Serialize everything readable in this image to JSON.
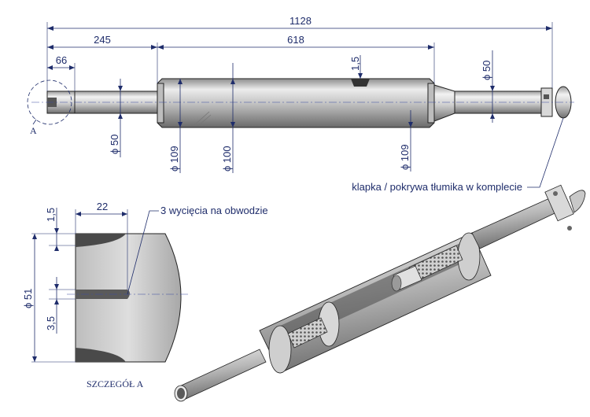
{
  "dimensions": {
    "overall_length": "1128",
    "pipe_left_length": "245",
    "body_length": "618",
    "pipe_end_length": "66",
    "wall_thickness": "1,5",
    "pipe_diameter_left": "ϕ 50",
    "pipe_diameter_right": "ϕ 50",
    "body_end_diameter_left": "ϕ 109",
    "body_diameter": "ϕ 100",
    "body_end_diameter_right": "ϕ 109"
  },
  "detail": {
    "cut_length": "22",
    "wall": "1,5",
    "outer_diameter": "ϕ 51",
    "cut_width": "3,5",
    "cut_note": "3 wycięcia na obwodzie",
    "title": "SZCZEGÓŁ A"
  },
  "labels": {
    "detail_marker": "A",
    "flap_note": "klapka / pokrywa tłumika w komplecie"
  },
  "colors": {
    "dimension_ink": "#1f2d6b",
    "steel_light": "#e6e6e6",
    "steel_dark": "#8a8a8a"
  }
}
